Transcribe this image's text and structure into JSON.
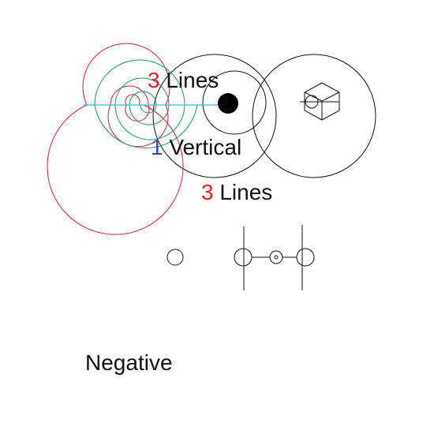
{
  "labels": {
    "top": {
      "number": "3",
      "word": " Lines"
    },
    "middle": {
      "number": "1",
      "word": " Vertical"
    },
    "right": {
      "number": "3",
      "word": " Lines"
    },
    "bottom": "Negative"
  },
  "colors": {
    "spiral_red": "#c8243a",
    "spiral_green": "#1f9a55",
    "axis_cyan": "#38b8d6",
    "number_red": "#e0242f",
    "number_blue": "#3a4a9a",
    "ink": "#111111"
  },
  "icons": [
    "filled-dot-icon",
    "hexagon-cube-icon",
    "small-circle-icon"
  ]
}
